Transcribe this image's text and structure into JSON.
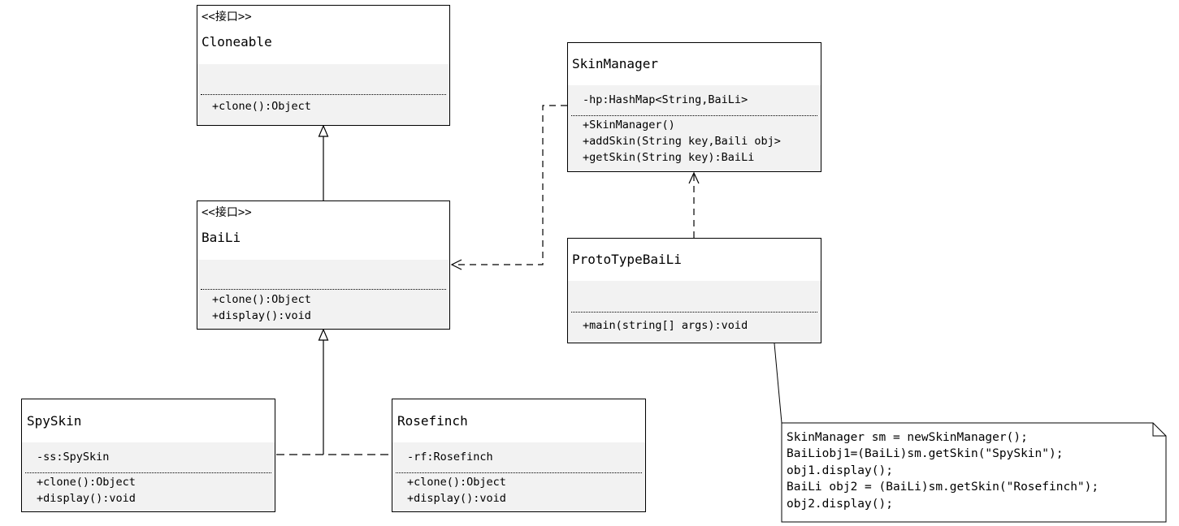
{
  "classes": {
    "cloneable": {
      "stereotype": "<<接口>>",
      "name": "Cloneable",
      "attributes": [],
      "methods": [
        "+clone():Object"
      ]
    },
    "baili": {
      "stereotype": "<<接口>>",
      "name": "BaiLi",
      "attributes": [],
      "methods": [
        "+clone():Object",
        "+display():void"
      ]
    },
    "skinmanager": {
      "name": "SkinManager",
      "attributes": [
        "-hp:HashMap<String,BaiLi>"
      ],
      "methods": [
        "+SkinManager()",
        "+addSkin(String key,Baili obj>",
        "+getSkin(String key):BaiLi"
      ]
    },
    "prototypebaili": {
      "name": "ProtoTypeBaiLi",
      "attributes": [],
      "methods": [
        "+main(string[] args):void"
      ]
    },
    "spyskin": {
      "name": "SpySkin",
      "attributes": [
        "-ss:SpySkin"
      ],
      "methods": [
        "+clone():Object",
        "+display():void"
      ]
    },
    "rosefinch": {
      "name": "Rosefinch",
      "attributes": [
        "-rf:Rosefinch"
      ],
      "methods": [
        "+clone():Object",
        "+display():void"
      ]
    }
  },
  "note": {
    "lines": [
      "SkinManager sm = newSkinManager();",
      "BaiLiobj1=(BaiLi)sm.getSkin(\"SpySkin\");",
      "obj1.display();",
      "BaiLi obj2 = (BaiLi)sm.getSkin(\"Rosefinch\");",
      "obj2.display();"
    ]
  }
}
